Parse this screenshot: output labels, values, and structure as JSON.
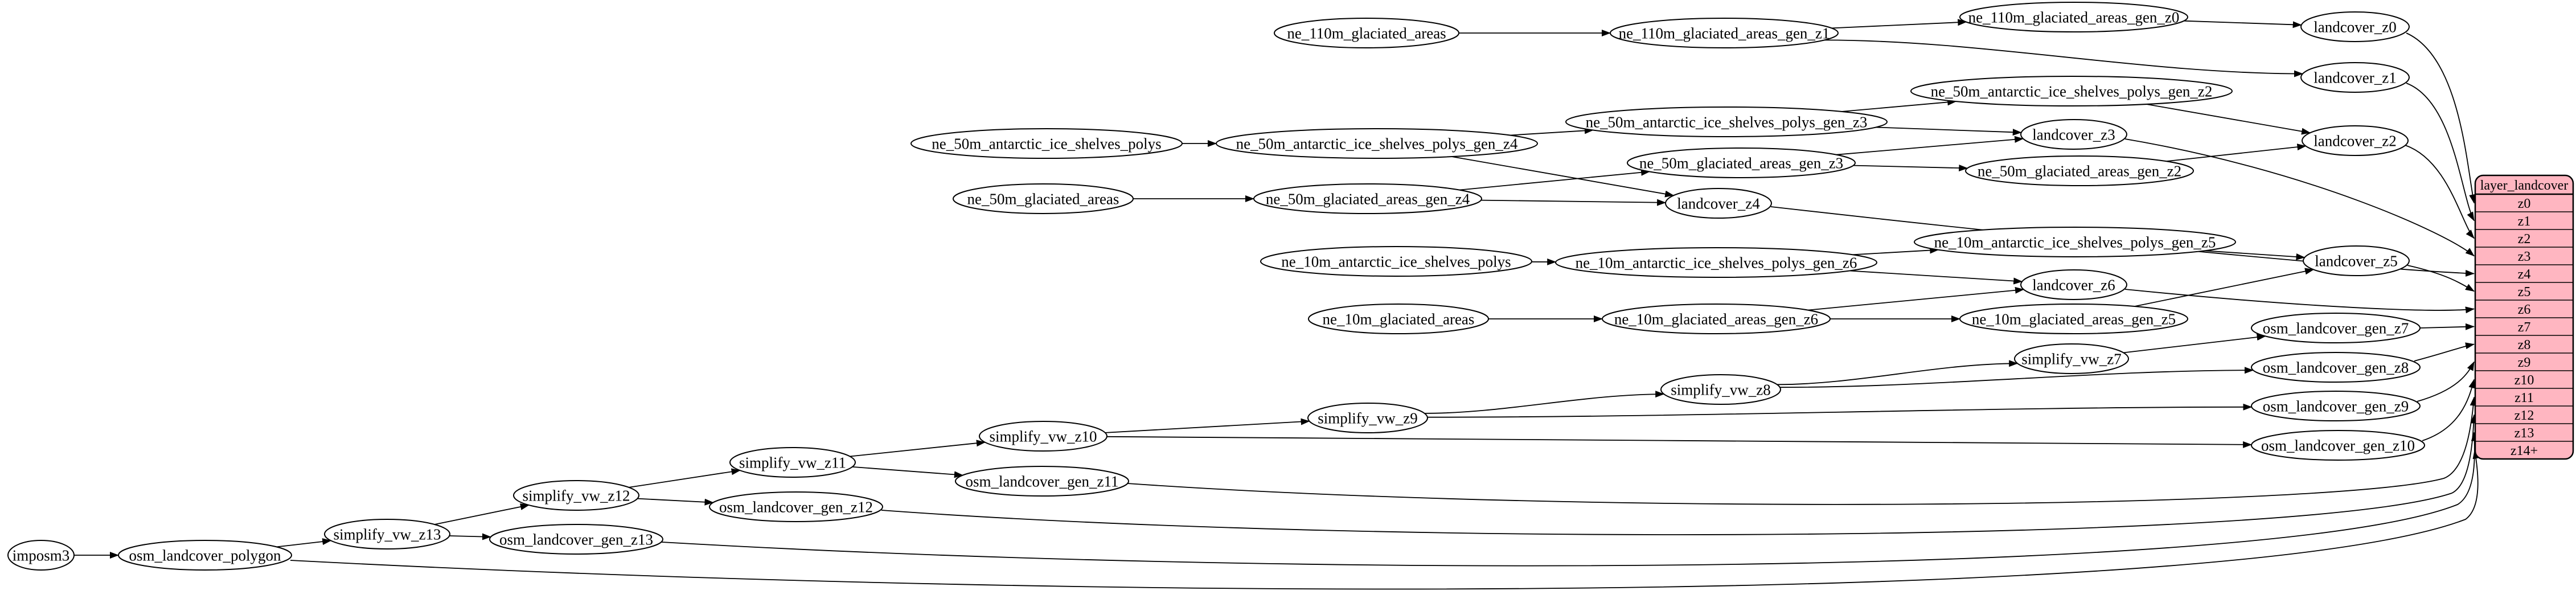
{
  "graph": {
    "nodes": [
      {
        "id": "imposm3",
        "label": "imposm3"
      },
      {
        "id": "osm_landcover_polygon",
        "label": "osm_landcover_polygon"
      },
      {
        "id": "simplify_vw_z13",
        "label": "simplify_vw_z13"
      },
      {
        "id": "osm_landcover_gen_z13",
        "label": "osm_landcover_gen_z13"
      },
      {
        "id": "simplify_vw_z12",
        "label": "simplify_vw_z12"
      },
      {
        "id": "osm_landcover_gen_z12",
        "label": "osm_landcover_gen_z12"
      },
      {
        "id": "simplify_vw_z11",
        "label": "simplify_vw_z11"
      },
      {
        "id": "osm_landcover_gen_z11",
        "label": "osm_landcover_gen_z11"
      },
      {
        "id": "simplify_vw_z10",
        "label": "simplify_vw_z10"
      },
      {
        "id": "simplify_vw_z9",
        "label": "simplify_vw_z9"
      },
      {
        "id": "simplify_vw_z8",
        "label": "simplify_vw_z8"
      },
      {
        "id": "simplify_vw_z7",
        "label": "simplify_vw_z7"
      },
      {
        "id": "osm_landcover_gen_z7",
        "label": "osm_landcover_gen_z7"
      },
      {
        "id": "osm_landcover_gen_z8",
        "label": "osm_landcover_gen_z8"
      },
      {
        "id": "osm_landcover_gen_z9",
        "label": "osm_landcover_gen_z9"
      },
      {
        "id": "osm_landcover_gen_z10",
        "label": "osm_landcover_gen_z10"
      },
      {
        "id": "ne_110m_glaciated_areas",
        "label": "ne_110m_glaciated_areas"
      },
      {
        "id": "ne_110m_glaciated_areas_gen_z1",
        "label": "ne_110m_glaciated_areas_gen_z1"
      },
      {
        "id": "ne_110m_glaciated_areas_gen_z0",
        "label": "ne_110m_glaciated_areas_gen_z0"
      },
      {
        "id": "landcover_z0",
        "label": "landcover_z0"
      },
      {
        "id": "landcover_z1",
        "label": "landcover_z1"
      },
      {
        "id": "ne_50m_antarctic_ice_shelves_polys",
        "label": "ne_50m_antarctic_ice_shelves_polys"
      },
      {
        "id": "ne_50m_antarctic_ice_shelves_polys_gen_z4",
        "label": "ne_50m_antarctic_ice_shelves_polys_gen_z4"
      },
      {
        "id": "ne_50m_antarctic_ice_shelves_polys_gen_z3",
        "label": "ne_50m_antarctic_ice_shelves_polys_gen_z3"
      },
      {
        "id": "ne_50m_antarctic_ice_shelves_polys_gen_z2",
        "label": "ne_50m_antarctic_ice_shelves_polys_gen_z2"
      },
      {
        "id": "landcover_z2",
        "label": "landcover_z2"
      },
      {
        "id": "landcover_z3",
        "label": "landcover_z3"
      },
      {
        "id": "ne_50m_glaciated_areas",
        "label": "ne_50m_glaciated_areas"
      },
      {
        "id": "ne_50m_glaciated_areas_gen_z4",
        "label": "ne_50m_glaciated_areas_gen_z4"
      },
      {
        "id": "ne_50m_glaciated_areas_gen_z3",
        "label": "ne_50m_glaciated_areas_gen_z3"
      },
      {
        "id": "ne_50m_glaciated_areas_gen_z2",
        "label": "ne_50m_glaciated_areas_gen_z2"
      },
      {
        "id": "landcover_z4",
        "label": "landcover_z4"
      },
      {
        "id": "ne_10m_antarctic_ice_shelves_polys",
        "label": "ne_10m_antarctic_ice_shelves_polys"
      },
      {
        "id": "ne_10m_antarctic_ice_shelves_polys_gen_z6",
        "label": "ne_10m_antarctic_ice_shelves_polys_gen_z6"
      },
      {
        "id": "ne_10m_antarctic_ice_shelves_polys_gen_z5",
        "label": "ne_10m_antarctic_ice_shelves_polys_gen_z5"
      },
      {
        "id": "landcover_z5",
        "label": "landcover_z5"
      },
      {
        "id": "landcover_z6",
        "label": "landcover_z6"
      },
      {
        "id": "ne_10m_glaciated_areas",
        "label": "ne_10m_glaciated_areas"
      },
      {
        "id": "ne_10m_glaciated_areas_gen_z6",
        "label": "ne_10m_glaciated_areas_gen_z6"
      },
      {
        "id": "ne_10m_glaciated_areas_gen_z5",
        "label": "ne_10m_glaciated_areas_gen_z5"
      }
    ],
    "edges": [
      {
        "from": "imposm3",
        "to": "osm_landcover_polygon"
      },
      {
        "from": "osm_landcover_polygon",
        "to": "simplify_vw_z13"
      },
      {
        "from": "simplify_vw_z13",
        "to": "osm_landcover_gen_z13"
      },
      {
        "from": "simplify_vw_z13",
        "to": "simplify_vw_z12"
      },
      {
        "from": "simplify_vw_z12",
        "to": "osm_landcover_gen_z12"
      },
      {
        "from": "simplify_vw_z12",
        "to": "simplify_vw_z11"
      },
      {
        "from": "simplify_vw_z11",
        "to": "osm_landcover_gen_z11"
      },
      {
        "from": "simplify_vw_z11",
        "to": "simplify_vw_z10"
      },
      {
        "from": "simplify_vw_z10",
        "to": "simplify_vw_z9"
      },
      {
        "from": "simplify_vw_z10",
        "to": "osm_landcover_gen_z10"
      },
      {
        "from": "simplify_vw_z9",
        "to": "simplify_vw_z8"
      },
      {
        "from": "simplify_vw_z9",
        "to": "osm_landcover_gen_z9"
      },
      {
        "from": "simplify_vw_z8",
        "to": "simplify_vw_z7"
      },
      {
        "from": "simplify_vw_z8",
        "to": "osm_landcover_gen_z8"
      },
      {
        "from": "simplify_vw_z7",
        "to": "osm_landcover_gen_z7"
      },
      {
        "from": "ne_110m_glaciated_areas",
        "to": "ne_110m_glaciated_areas_gen_z1"
      },
      {
        "from": "ne_110m_glaciated_areas_gen_z1",
        "to": "ne_110m_glaciated_areas_gen_z0"
      },
      {
        "from": "ne_110m_glaciated_areas_gen_z1",
        "to": "landcover_z1"
      },
      {
        "from": "ne_110m_glaciated_areas_gen_z0",
        "to": "landcover_z0"
      },
      {
        "from": "ne_50m_antarctic_ice_shelves_polys",
        "to": "ne_50m_antarctic_ice_shelves_polys_gen_z4"
      },
      {
        "from": "ne_50m_antarctic_ice_shelves_polys_gen_z4",
        "to": "ne_50m_antarctic_ice_shelves_polys_gen_z3"
      },
      {
        "from": "ne_50m_antarctic_ice_shelves_polys_gen_z4",
        "to": "landcover_z4"
      },
      {
        "from": "ne_50m_antarctic_ice_shelves_polys_gen_z3",
        "to": "ne_50m_antarctic_ice_shelves_polys_gen_z2"
      },
      {
        "from": "ne_50m_antarctic_ice_shelves_polys_gen_z3",
        "to": "landcover_z3"
      },
      {
        "from": "ne_50m_antarctic_ice_shelves_polys_gen_z2",
        "to": "landcover_z2"
      },
      {
        "from": "ne_50m_glaciated_areas",
        "to": "ne_50m_glaciated_areas_gen_z4"
      },
      {
        "from": "ne_50m_glaciated_areas_gen_z4",
        "to": "ne_50m_glaciated_areas_gen_z3"
      },
      {
        "from": "ne_50m_glaciated_areas_gen_z4",
        "to": "landcover_z4"
      },
      {
        "from": "ne_50m_glaciated_areas_gen_z3",
        "to": "ne_50m_glaciated_areas_gen_z2"
      },
      {
        "from": "ne_50m_glaciated_areas_gen_z3",
        "to": "landcover_z3"
      },
      {
        "from": "ne_50m_glaciated_areas_gen_z2",
        "to": "landcover_z2"
      },
      {
        "from": "ne_10m_antarctic_ice_shelves_polys",
        "to": "ne_10m_antarctic_ice_shelves_polys_gen_z6"
      },
      {
        "from": "ne_10m_antarctic_ice_shelves_polys_gen_z6",
        "to": "ne_10m_antarctic_ice_shelves_polys_gen_z5"
      },
      {
        "from": "ne_10m_antarctic_ice_shelves_polys_gen_z6",
        "to": "landcover_z6"
      },
      {
        "from": "ne_10m_antarctic_ice_shelves_polys_gen_z5",
        "to": "landcover_z5"
      },
      {
        "from": "ne_10m_glaciated_areas",
        "to": "ne_10m_glaciated_areas_gen_z6"
      },
      {
        "from": "ne_10m_glaciated_areas_gen_z6",
        "to": "ne_10m_glaciated_areas_gen_z5"
      },
      {
        "from": "ne_10m_glaciated_areas_gen_z6",
        "to": "landcover_z6"
      },
      {
        "from": "ne_10m_glaciated_areas_gen_z5",
        "to": "landcover_z5"
      },
      {
        "from": "landcover_z0",
        "to": "layer_landcover",
        "row": "z0"
      },
      {
        "from": "landcover_z1",
        "to": "layer_landcover",
        "row": "z1"
      },
      {
        "from": "landcover_z2",
        "to": "layer_landcover",
        "row": "z2"
      },
      {
        "from": "landcover_z3",
        "to": "layer_landcover",
        "row": "z3"
      },
      {
        "from": "landcover_z4",
        "to": "layer_landcover",
        "row": "z4"
      },
      {
        "from": "landcover_z5",
        "to": "layer_landcover",
        "row": "z5"
      },
      {
        "from": "landcover_z6",
        "to": "layer_landcover",
        "row": "z6"
      },
      {
        "from": "osm_landcover_gen_z7",
        "to": "layer_landcover",
        "row": "z7"
      },
      {
        "from": "osm_landcover_gen_z8",
        "to": "layer_landcover",
        "row": "z8"
      },
      {
        "from": "osm_landcover_gen_z9",
        "to": "layer_landcover",
        "row": "z9"
      },
      {
        "from": "osm_landcover_gen_z10",
        "to": "layer_landcover",
        "row": "z10"
      },
      {
        "from": "osm_landcover_gen_z11",
        "to": "layer_landcover",
        "row": "z11"
      },
      {
        "from": "osm_landcover_gen_z12",
        "to": "layer_landcover",
        "row": "z12"
      },
      {
        "from": "osm_landcover_gen_z13",
        "to": "layer_landcover",
        "row": "z13"
      },
      {
        "from": "osm_landcover_polygon",
        "to": "layer_landcover",
        "row": "z14+"
      }
    ]
  },
  "table": {
    "title": "layer_landcover",
    "rows": [
      "z0",
      "z1",
      "z2",
      "z3",
      "z4",
      "z5",
      "z6",
      "z7",
      "z8",
      "z9",
      "z10",
      "z11",
      "z12",
      "z13",
      "z14+"
    ]
  },
  "colors": {
    "background": "#ffffff",
    "node_fill": "#ffffff",
    "node_stroke": "#000000",
    "edge": "#000000",
    "table_fill": "#ffb6c1",
    "table_stroke": "#000000"
  }
}
